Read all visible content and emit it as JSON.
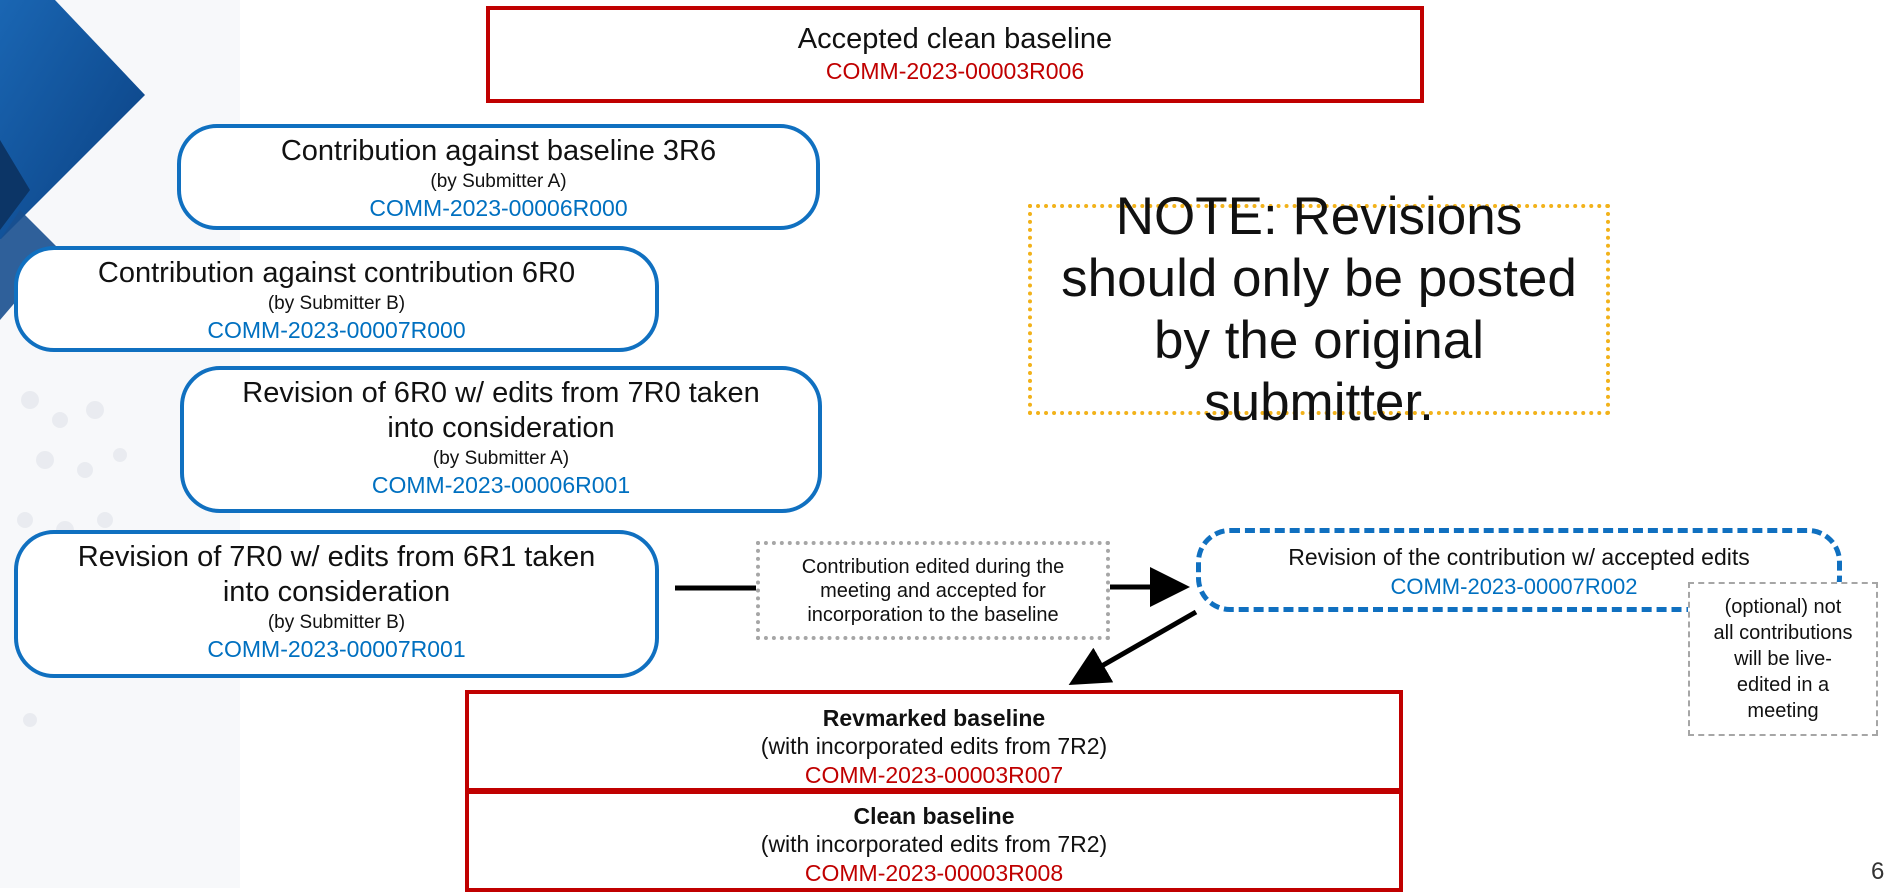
{
  "top_box": {
    "title": "Accepted clean baseline",
    "code": "COMM-2023-00003R006"
  },
  "box_6r0": {
    "title": "Contribution against baseline 3R6",
    "by": "(by Submitter A)",
    "code": "COMM-2023-00006R000"
  },
  "box_7r0": {
    "title": "Contribution against contribution 6R0",
    "by": "(by Submitter B)",
    "code": "COMM-2023-00007R000"
  },
  "box_6r1": {
    "title_l1": "Revision of 6R0 w/ edits from 7R0 taken",
    "title_l2": "into consideration",
    "by": "(by Submitter A)",
    "code": "COMM-2023-00006R001"
  },
  "box_7r1": {
    "title_l1": "Revision of 7R0 w/ edits from 6R1 taken",
    "title_l2": "into consideration",
    "by": "(by Submitter B)",
    "code": "COMM-2023-00007R001"
  },
  "note": {
    "label": "NOTE:",
    "text": " Revisions should only be posted by the original submitter."
  },
  "edited_box": {
    "l1": "Contribution edited during the",
    "l2": "meeting and accepted for",
    "l3": "incorporation to the baseline"
  },
  "revision_box": {
    "title": "Revision of the contribution w/ accepted edits",
    "code": "COMM-2023-00007R002"
  },
  "optional_box": {
    "l1": "(optional) not",
    "l2": "all contributions",
    "l3": "will be live-",
    "l4": "edited in a",
    "l5": "meeting"
  },
  "revmarked": {
    "title": "Revmarked baseline",
    "sub": "(with incorporated edits from 7R2)",
    "code": "COMM-2023-00003R007"
  },
  "clean": {
    "title": "Clean baseline",
    "sub": "(with incorporated edits from 7R2)",
    "code": "COMM-2023-00003R008"
  },
  "page_number": "6",
  "colors": {
    "red": "#c00000",
    "blue": "#0070c0",
    "note_border": "#f2b21a",
    "gray": "#a6a6a6"
  }
}
